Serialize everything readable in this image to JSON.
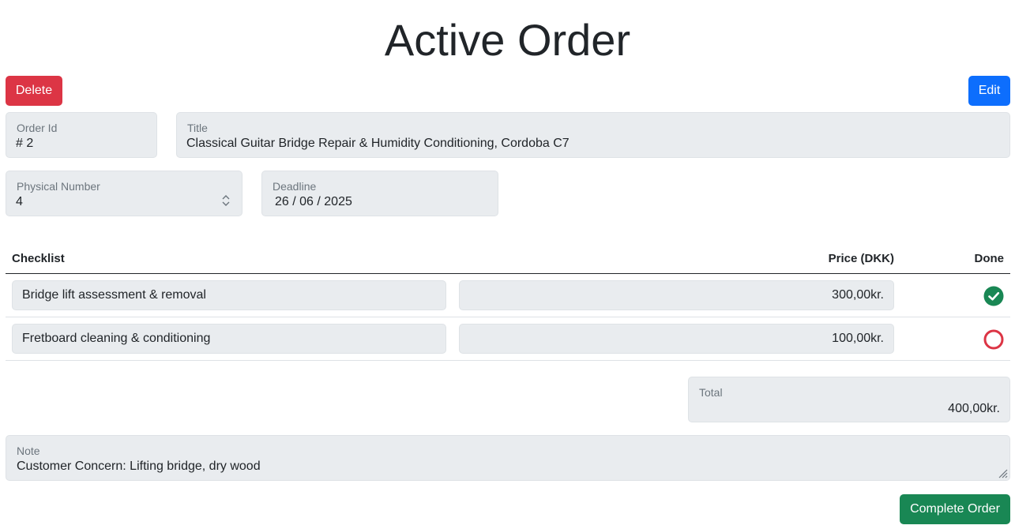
{
  "page": {
    "title": "Active Order"
  },
  "actions": {
    "delete_label": "Delete",
    "edit_label": "Edit",
    "complete_label": "Complete Order"
  },
  "order": {
    "order_id_label": "Order Id",
    "order_id_value": "# 2",
    "title_label": "Title",
    "title_value": "Classical Guitar Bridge Repair & Humidity Conditioning, Cordoba C7",
    "physical_number_label": "Physical Number",
    "physical_number_value": "4",
    "deadline_label": "Deadline",
    "deadline_value": "26 / 06 / 2025"
  },
  "checklist": {
    "headers": {
      "checklist": "Checklist",
      "price": "Price (DKK)",
      "done": "Done"
    },
    "items": [
      {
        "task": "Bridge lift assessment & removal",
        "price": "300,00kr.",
        "done": true
      },
      {
        "task": "Fretboard cleaning & conditioning",
        "price": "100,00kr.",
        "done": false
      }
    ]
  },
  "total": {
    "label": "Total",
    "value": "400,00kr."
  },
  "note": {
    "label": "Note",
    "value": "Customer Concern: Lifting bridge, dry wood"
  },
  "colors": {
    "danger": "#dc3545",
    "primary": "#0d6efd",
    "success": "#198754",
    "field_bg": "#e9ecef"
  },
  "icons": {
    "done_checked": "check-circle-icon",
    "done_unchecked": "circle-outline-icon",
    "spinner": "chevron-up-down-icon",
    "resize": "resize-handle-icon"
  }
}
